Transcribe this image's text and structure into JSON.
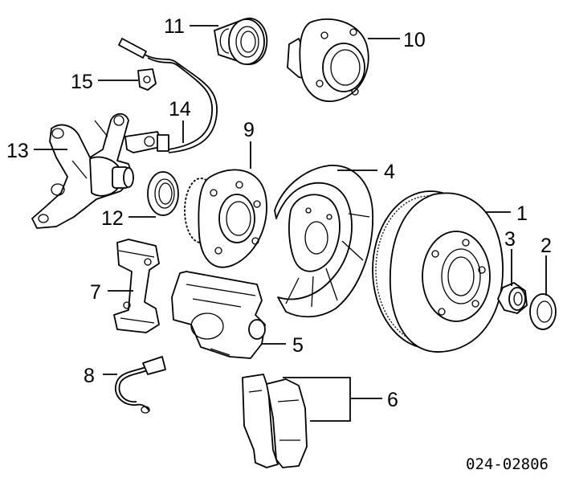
{
  "figure_code": "024-02806",
  "callouts": {
    "rotor": "1",
    "washer": "2",
    "nut": "3",
    "dust_shield": "4",
    "caliper": "5",
    "brake_pads": "6",
    "caliper_bracket": "7",
    "wear_sensor": "8",
    "wheel_hub": "9",
    "hub_flange": "10",
    "bearing": "11",
    "seal": "12",
    "steering_knuckle": "13",
    "abs_sensor": "14",
    "clip": "15"
  }
}
